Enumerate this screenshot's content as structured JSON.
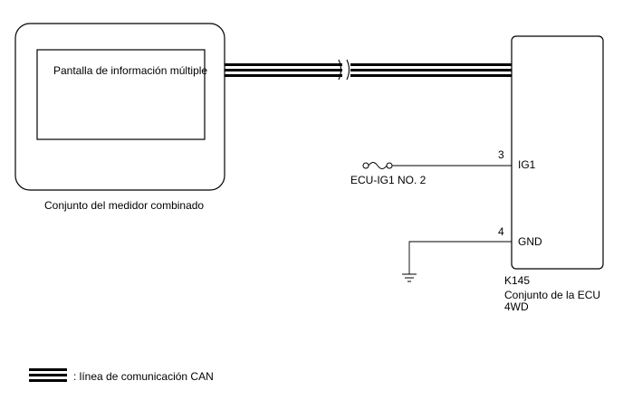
{
  "meter": {
    "screen_label": "Pantalla de información múltiple",
    "caption": "Conjunto del medidor combinado"
  },
  "ecu": {
    "code": "K145",
    "name": "Conjunto de la ECU 4WD",
    "pins": [
      {
        "number": "3",
        "name": "IG1"
      },
      {
        "number": "4",
        "name": "GND"
      }
    ]
  },
  "fuse": {
    "label": "ECU-IG1 NO. 2"
  },
  "legend": {
    "can_line": ": línea de comunicación CAN"
  },
  "icons": [
    "can-bus-line-icon",
    "fuse-icon",
    "ground-icon"
  ]
}
